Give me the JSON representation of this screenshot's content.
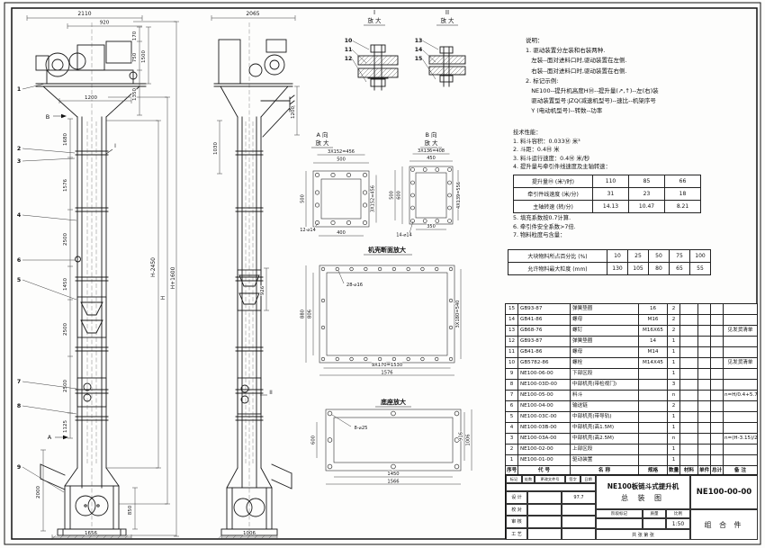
{
  "labels": {
    "view_a": "A 向",
    "view_b": "B 向",
    "magnify": "放 大",
    "detail_i": "I",
    "detail_ii": "II",
    "section": "机壳断面放大",
    "base": "底座放大",
    "arrow_a": "A",
    "arrow_b": "B",
    "marker_i": "I",
    "marker_ii": "II"
  },
  "dims": {
    "front": [
      "2110",
      "920",
      "170",
      "750",
      "1350",
      "1500",
      "1200",
      "1680",
      "1576",
      "2500",
      "1450",
      "2500",
      "2500",
      "1125",
      "2000",
      "850",
      "1656",
      "H+1600",
      "H-2450",
      "H"
    ],
    "side": [
      "2065",
      "1200",
      "1030",
      "926",
      "1006"
    ],
    "detail_a": [
      "500",
      "3X152=456",
      "500",
      "3X152=456",
      "400",
      "12-⌀14"
    ],
    "detail_b": [
      "450",
      "3X136=408",
      "600",
      "500",
      "4X139=556",
      "350",
      "14-⌀14"
    ],
    "section": [
      "880",
      "806",
      "3X180=540",
      "9X170=1530",
      "1576",
      "28-⌀16"
    ],
    "base": [
      "600",
      "916",
      "1006",
      "1450",
      "1566",
      "8-⌀25"
    ]
  },
  "balloons": {
    "front": [
      "1",
      "2",
      "3",
      "4",
      "5",
      "6",
      "7",
      "8",
      "9"
    ],
    "detail_i": [
      "10",
      "11",
      "12"
    ],
    "detail_ii": [
      "13",
      "14",
      "15"
    ]
  },
  "notes": {
    "lines": [
      "说明：",
      "1. 驱动装置分左装和右装两种.",
      "   左装--面对进料口时,驱动装置在左侧.",
      "   右装--面对进料口时,驱动装置在右侧.",
      "2. 标记示例:",
      "   NE100--提升机高度HⓂ--提升量(↗,↑)--左(右)装",
      "   驱动装置型号:JZQ(减速机型号)--速比--机架序号",
      "   Y (电动机型号)--转数--功率"
    ]
  },
  "tech": {
    "lines_a": [
      "技术性能：",
      "1. 料斗容积：0.033Ⓜ 米³",
      "2. 斗距：0.4Ⓜ 米",
      "3. 料斗运行速度：0.4Ⓜ 米/秒",
      "4. 提升量与牵引件线速度及主轴转速："
    ],
    "table1": {
      "rows": [
        {
          "label": "提升量Ⓜ (米³/时)",
          "values": [
            "110",
            "85",
            "66"
          ]
        },
        {
          "label": "牵引件线速度 (米/分)",
          "values": [
            "31",
            "23",
            "18"
          ]
        },
        {
          "label": "主轴转速 (转/分)",
          "values": [
            "14.13",
            "10.47",
            "8.21"
          ]
        }
      ]
    },
    "lines_b": [
      "5. 填充系数按0.7计算.",
      "6. 牵引件安全系数>7倍.",
      "7. 物料粒度与含量："
    ],
    "table2": {
      "rows": [
        {
          "label": "大块物料所占百分比 (%)",
          "values": [
            "10",
            "25",
            "50",
            "75",
            "100"
          ]
        },
        {
          "label": "允许物料最大粒度 (mm)",
          "values": [
            "130",
            "105",
            "80",
            "65",
            "55"
          ]
        }
      ]
    }
  },
  "bom": {
    "header": [
      "序号",
      "代 号",
      "名 称",
      "规格",
      "数量",
      "材料",
      "单件",
      "总计",
      "备 注"
    ],
    "rows": [
      [
        "15",
        "GB93-87",
        "弹簧垫圈",
        "16",
        "2",
        "",
        "",
        "",
        ""
      ],
      [
        "14",
        "GB41-86",
        "螺母",
        "M16",
        "2",
        "",
        "",
        "",
        ""
      ],
      [
        "13",
        "GB68-76",
        "螺钉",
        "M16X65",
        "2",
        "",
        "",
        "",
        "见发货清单"
      ],
      [
        "12",
        "GB93-87",
        "弹簧垫圈",
        "14",
        "1",
        "",
        "",
        "",
        ""
      ],
      [
        "11",
        "GB41-86",
        "螺母",
        "M14",
        "1",
        "",
        "",
        "",
        ""
      ],
      [
        "10",
        "GB5782-86",
        "螺栓",
        "M14X45",
        "1",
        "",
        "",
        "",
        "见发货清单"
      ],
      [
        "9",
        "NE100-06-00",
        "下部区段",
        "",
        "1",
        "",
        "",
        "",
        ""
      ],
      [
        "8",
        "NE100-03D-00",
        "中部机壳(带检视门)",
        "",
        "3",
        "",
        "",
        "",
        ""
      ],
      [
        "7",
        "NE100-05-00",
        "料斗",
        "",
        "n",
        "",
        "",
        "",
        "n=H/0.4+5.75"
      ],
      [
        "6",
        "NE100-04-00",
        "输送链",
        "",
        "2",
        "",
        "",
        "",
        ""
      ],
      [
        "5",
        "NE100-03C-00",
        "中部机壳(带导轨)",
        "",
        "1",
        "",
        "",
        "",
        ""
      ],
      [
        "4",
        "NE100-03B-00",
        "中部机壳(高1.5M)",
        "",
        "1",
        "",
        "",
        "",
        ""
      ],
      [
        "3",
        "NE100-03A-00",
        "中部机壳(高2.5M)",
        "",
        "n",
        "",
        "",
        "",
        "n=(H-3.15)/2.5"
      ],
      [
        "2",
        "NE100-02-00",
        "上部区段",
        "",
        "1",
        "",
        "",
        "",
        ""
      ],
      [
        "1",
        "NE100-01-00",
        "驱动装置",
        "",
        "1",
        "",
        "",
        "",
        ""
      ]
    ]
  },
  "title_block": {
    "product_name": "NE100板链斗式提升机",
    "sheet_title": "总 装 图",
    "drawing_no": "NE100-00-00",
    "part_class": "组 合 件",
    "change_header": [
      "标记",
      "处数",
      "更改文件号",
      "签字",
      "日期"
    ],
    "left_rows": [
      "设 计",
      "校 对",
      "审 核",
      "工 艺"
    ],
    "design_date": "97.7",
    "stage_label": "阶段标记",
    "mass_label": "质量",
    "scale_label": "比例",
    "scale_value": "1:50",
    "sheets_text": "共  张   第  张"
  }
}
